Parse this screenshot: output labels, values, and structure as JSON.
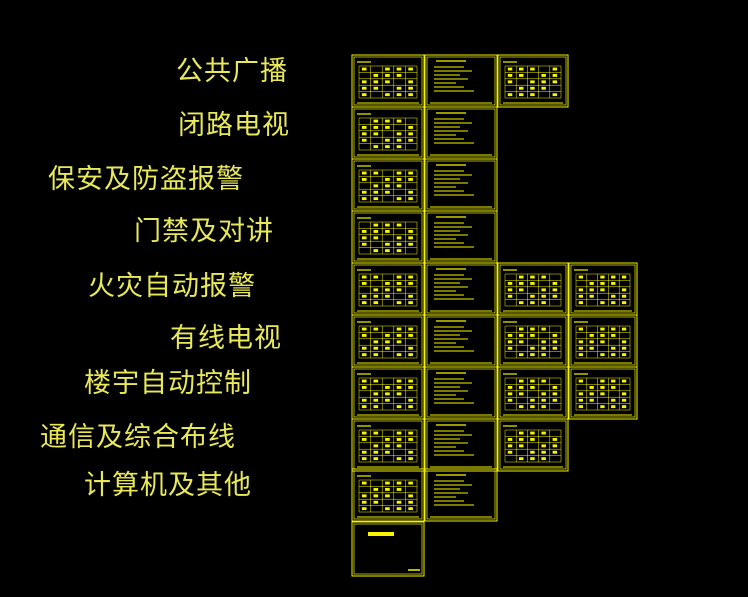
{
  "colors": {
    "background": "#000000",
    "label": "#e8e85a",
    "sheet_border": "#f5f500"
  },
  "categories": [
    {
      "label": "公共广播"
    },
    {
      "label": "闭路电视"
    },
    {
      "label": "保安及防盗报警"
    },
    {
      "label": "门禁及对讲"
    },
    {
      "label": "火灾自动报警"
    },
    {
      "label": "有线电视"
    },
    {
      "label": "楼宇自动控制"
    },
    {
      "label": "通信及综合布线"
    },
    {
      "label": "计算机及其他"
    }
  ]
}
